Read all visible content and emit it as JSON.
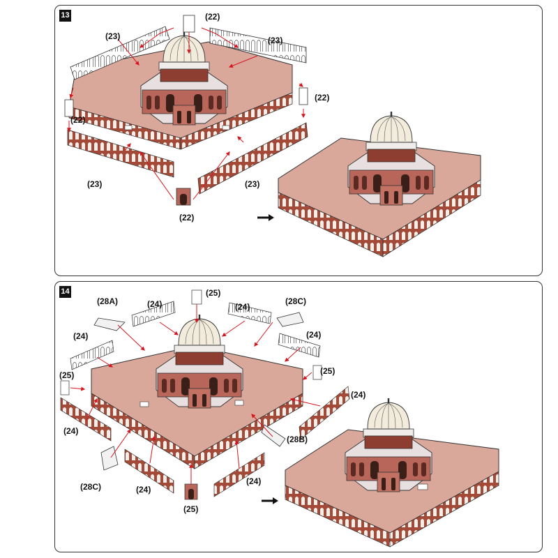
{
  "steps": {
    "s13": {
      "number": "13",
      "labels": {
        "a": "(22)",
        "b": "(23)",
        "c": "(23)",
        "d": "(22)",
        "e": "(22)",
        "f": "(23)",
        "g": "(23)",
        "h": "(22)"
      }
    },
    "s14": {
      "number": "14",
      "labels": {
        "a": "(28A)",
        "b": "(24)",
        "c": "(25)",
        "d": "(24)",
        "e": "(28C)",
        "f": "(24)",
        "g": "(24)",
        "h": "(25)",
        "i": "(25)",
        "j": "(24)",
        "k": "(24)",
        "l": "(28B)",
        "m": "(28C)",
        "n": "(24)",
        "o": "(24)",
        "p": "(25)"
      }
    }
  },
  "colors": {
    "outline": "#333333",
    "arrow": "#d6161e",
    "floor": "#d9a89a",
    "brick": "#a34a38",
    "dome": "#f3ecdc"
  }
}
